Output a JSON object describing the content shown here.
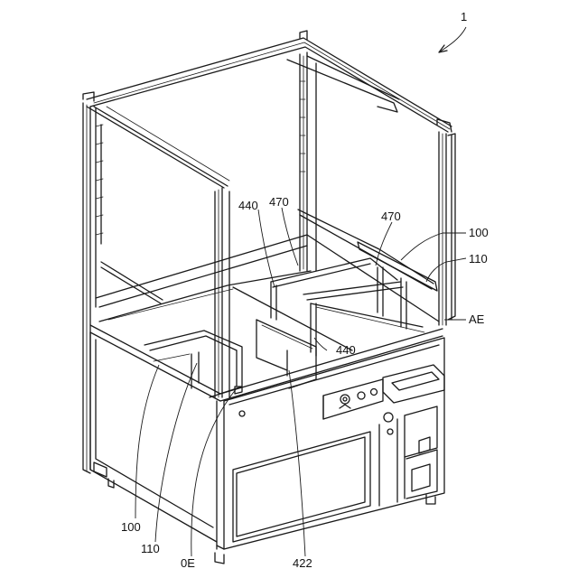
{
  "figure": {
    "assembly_number": "1",
    "labels": {
      "l100_right": "100",
      "l110_right": "110",
      "lAE": "AE",
      "l470_left": "470",
      "l470_right": "470",
      "l440_top": "440",
      "l440_mid": "440",
      "l100_bottom": "100",
      "l110_bottom": "110",
      "l0E": "0E",
      "l422": "422"
    }
  }
}
